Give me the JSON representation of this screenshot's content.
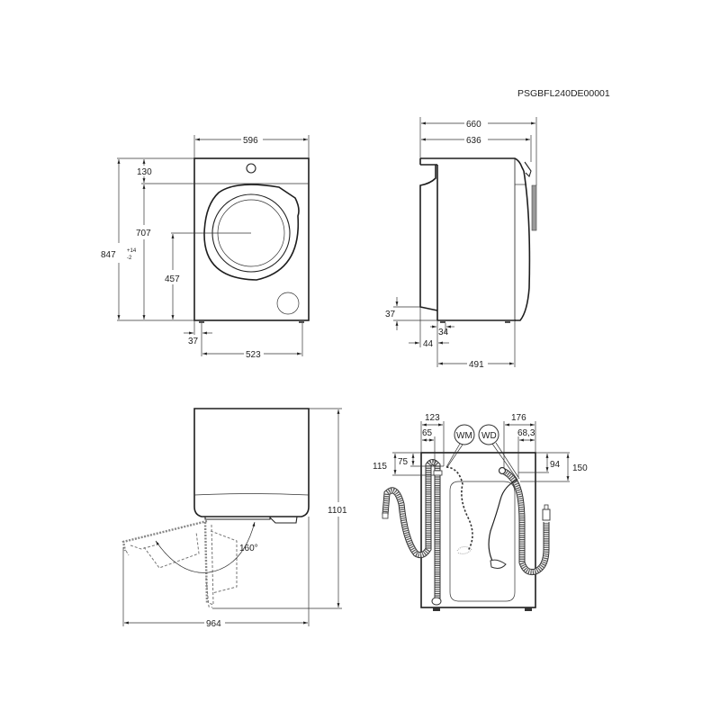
{
  "document": {
    "code": "PSGBFL240DE00001",
    "unit": "mm"
  },
  "views": {
    "front": {
      "width": "596",
      "top_panel_height": "130",
      "drum_top_to_floor": "707",
      "total_height_base": "847",
      "total_height_tol_plus": "+14",
      "total_height_tol_minus": "-2",
      "drum_center_height": "457",
      "foot_offset": "37",
      "foot_spacing": "523"
    },
    "side": {
      "depth_total": "660",
      "depth_body": "636",
      "rear_bottom_gap": "37",
      "rear_foot_offset": "34",
      "rear_offset": "44",
      "foot_spacing": "491"
    },
    "door_open": {
      "height_with_top": "1101",
      "width_door_open": "964",
      "door_angle": "160°"
    },
    "rear": {
      "left_connection_offset": "123",
      "left_inner_offset": "65",
      "right_connection_offset": "176",
      "right_inner_offset": "68,3",
      "left_outer_height": "115",
      "left_inner_height": "75",
      "right_inner_height": "94",
      "right_outer_height": "150",
      "label_wm": "WM",
      "label_wd": "WD"
    }
  }
}
